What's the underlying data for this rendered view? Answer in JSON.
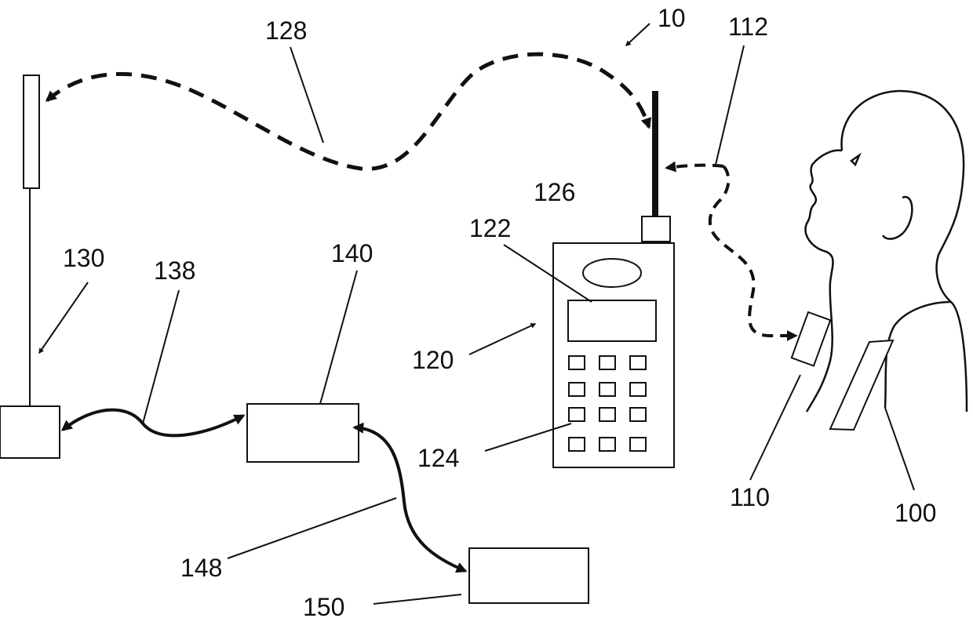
{
  "labels": {
    "system": "10",
    "user": "100",
    "throat_sensor": "110",
    "voice_path": "112",
    "phone": "120",
    "display": "122",
    "keypad": "124",
    "speaker": "126",
    "radio_link": "128",
    "base_station": "130",
    "link_138": "138",
    "unit_140": "140",
    "link_148": "148",
    "unit_150": "150"
  }
}
